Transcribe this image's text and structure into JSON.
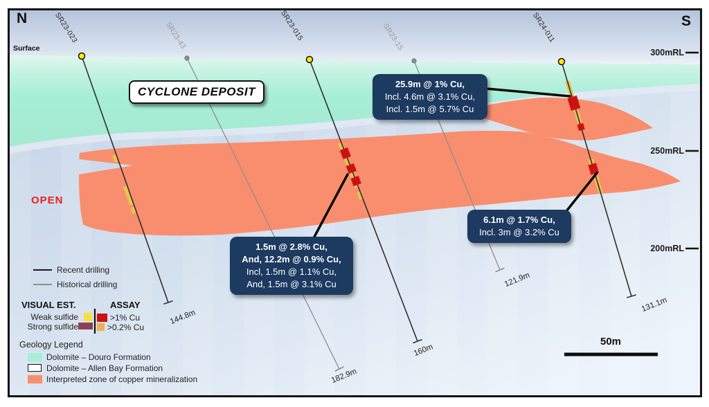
{
  "compass": {
    "north": "N",
    "south": "S"
  },
  "surface_label": "Surface",
  "deposit_label": "CYCLONE DEPOSIT",
  "open_label": "OPEN",
  "elevations": [
    {
      "label": "300mRL"
    },
    {
      "label": "250mRL"
    },
    {
      "label": "200mRL"
    }
  ],
  "holes": [
    {
      "name": "SR23-023",
      "depth_label": "144.8m",
      "type": "recent"
    },
    {
      "name": "SR23-43",
      "depth_label": "182.9m",
      "type": "historical"
    },
    {
      "name": "SR23-015",
      "depth_label": "160m",
      "type": "recent"
    },
    {
      "name": "SR23-15",
      "depth_label": "121.9m",
      "type": "historical"
    },
    {
      "name": "SR24-011",
      "depth_label": "131.1m",
      "type": "recent"
    }
  ],
  "callouts": {
    "sr24_011_upper": {
      "line1": "25.9m @ 1% Cu,",
      "line2": "Incl. 4.6m @ 3.1% Cu,",
      "line3": "Incl. 1.5m @ 5.7% Cu"
    },
    "sr23_015": {
      "line1": "1.5m @ 2.8% Cu,",
      "line2": "And, 12.2m @ 0.9% Cu,",
      "line3": "Incl, 1.5m @ 1.1% Cu,",
      "line4": "And, 1.5m @ 3.1% Cu"
    },
    "sr24_011_lower": {
      "line1": "6.1m @ 1.7% Cu,",
      "line2": "Incl. 3m @ 3.2% Cu"
    }
  },
  "drilling_legend": {
    "recent": "Recent drilling",
    "historical": "Historical drilling"
  },
  "sulfide_legend": {
    "visual_header": "VISUAL EST.",
    "assay_header": "ASSAY",
    "weak": "Weak sulfide",
    "strong": "Strong sulfide",
    "assay_high": ">1% Cu",
    "assay_low": ">0.2% Cu"
  },
  "geology_legend": {
    "header": "Geology Legend",
    "douro": "Dolomite – Douro Formation",
    "allen_bay": "Dolomite – Allen Bay Formation",
    "mineralization": "Interpreted zone of copper mineralization"
  },
  "scale_bar": {
    "label": "50m"
  },
  "colors": {
    "mineralization_zone": "#F98E6E",
    "douro_dolomite": "#A6EED7",
    "callout_background": "#1D3A60",
    "assay_high_red": "#CC1210",
    "visual_weak_yellow": "#F2E23B",
    "visual_strong_maroon": "#8E4055",
    "assay_low_tan": "#F0B055",
    "intercept_gold": "#E9C253",
    "recent_drilling": "#2F2F2F",
    "historical_drilling": "#8D8D8D",
    "open_red": "#E8221C",
    "collar_yellow": "#FFE81A"
  }
}
